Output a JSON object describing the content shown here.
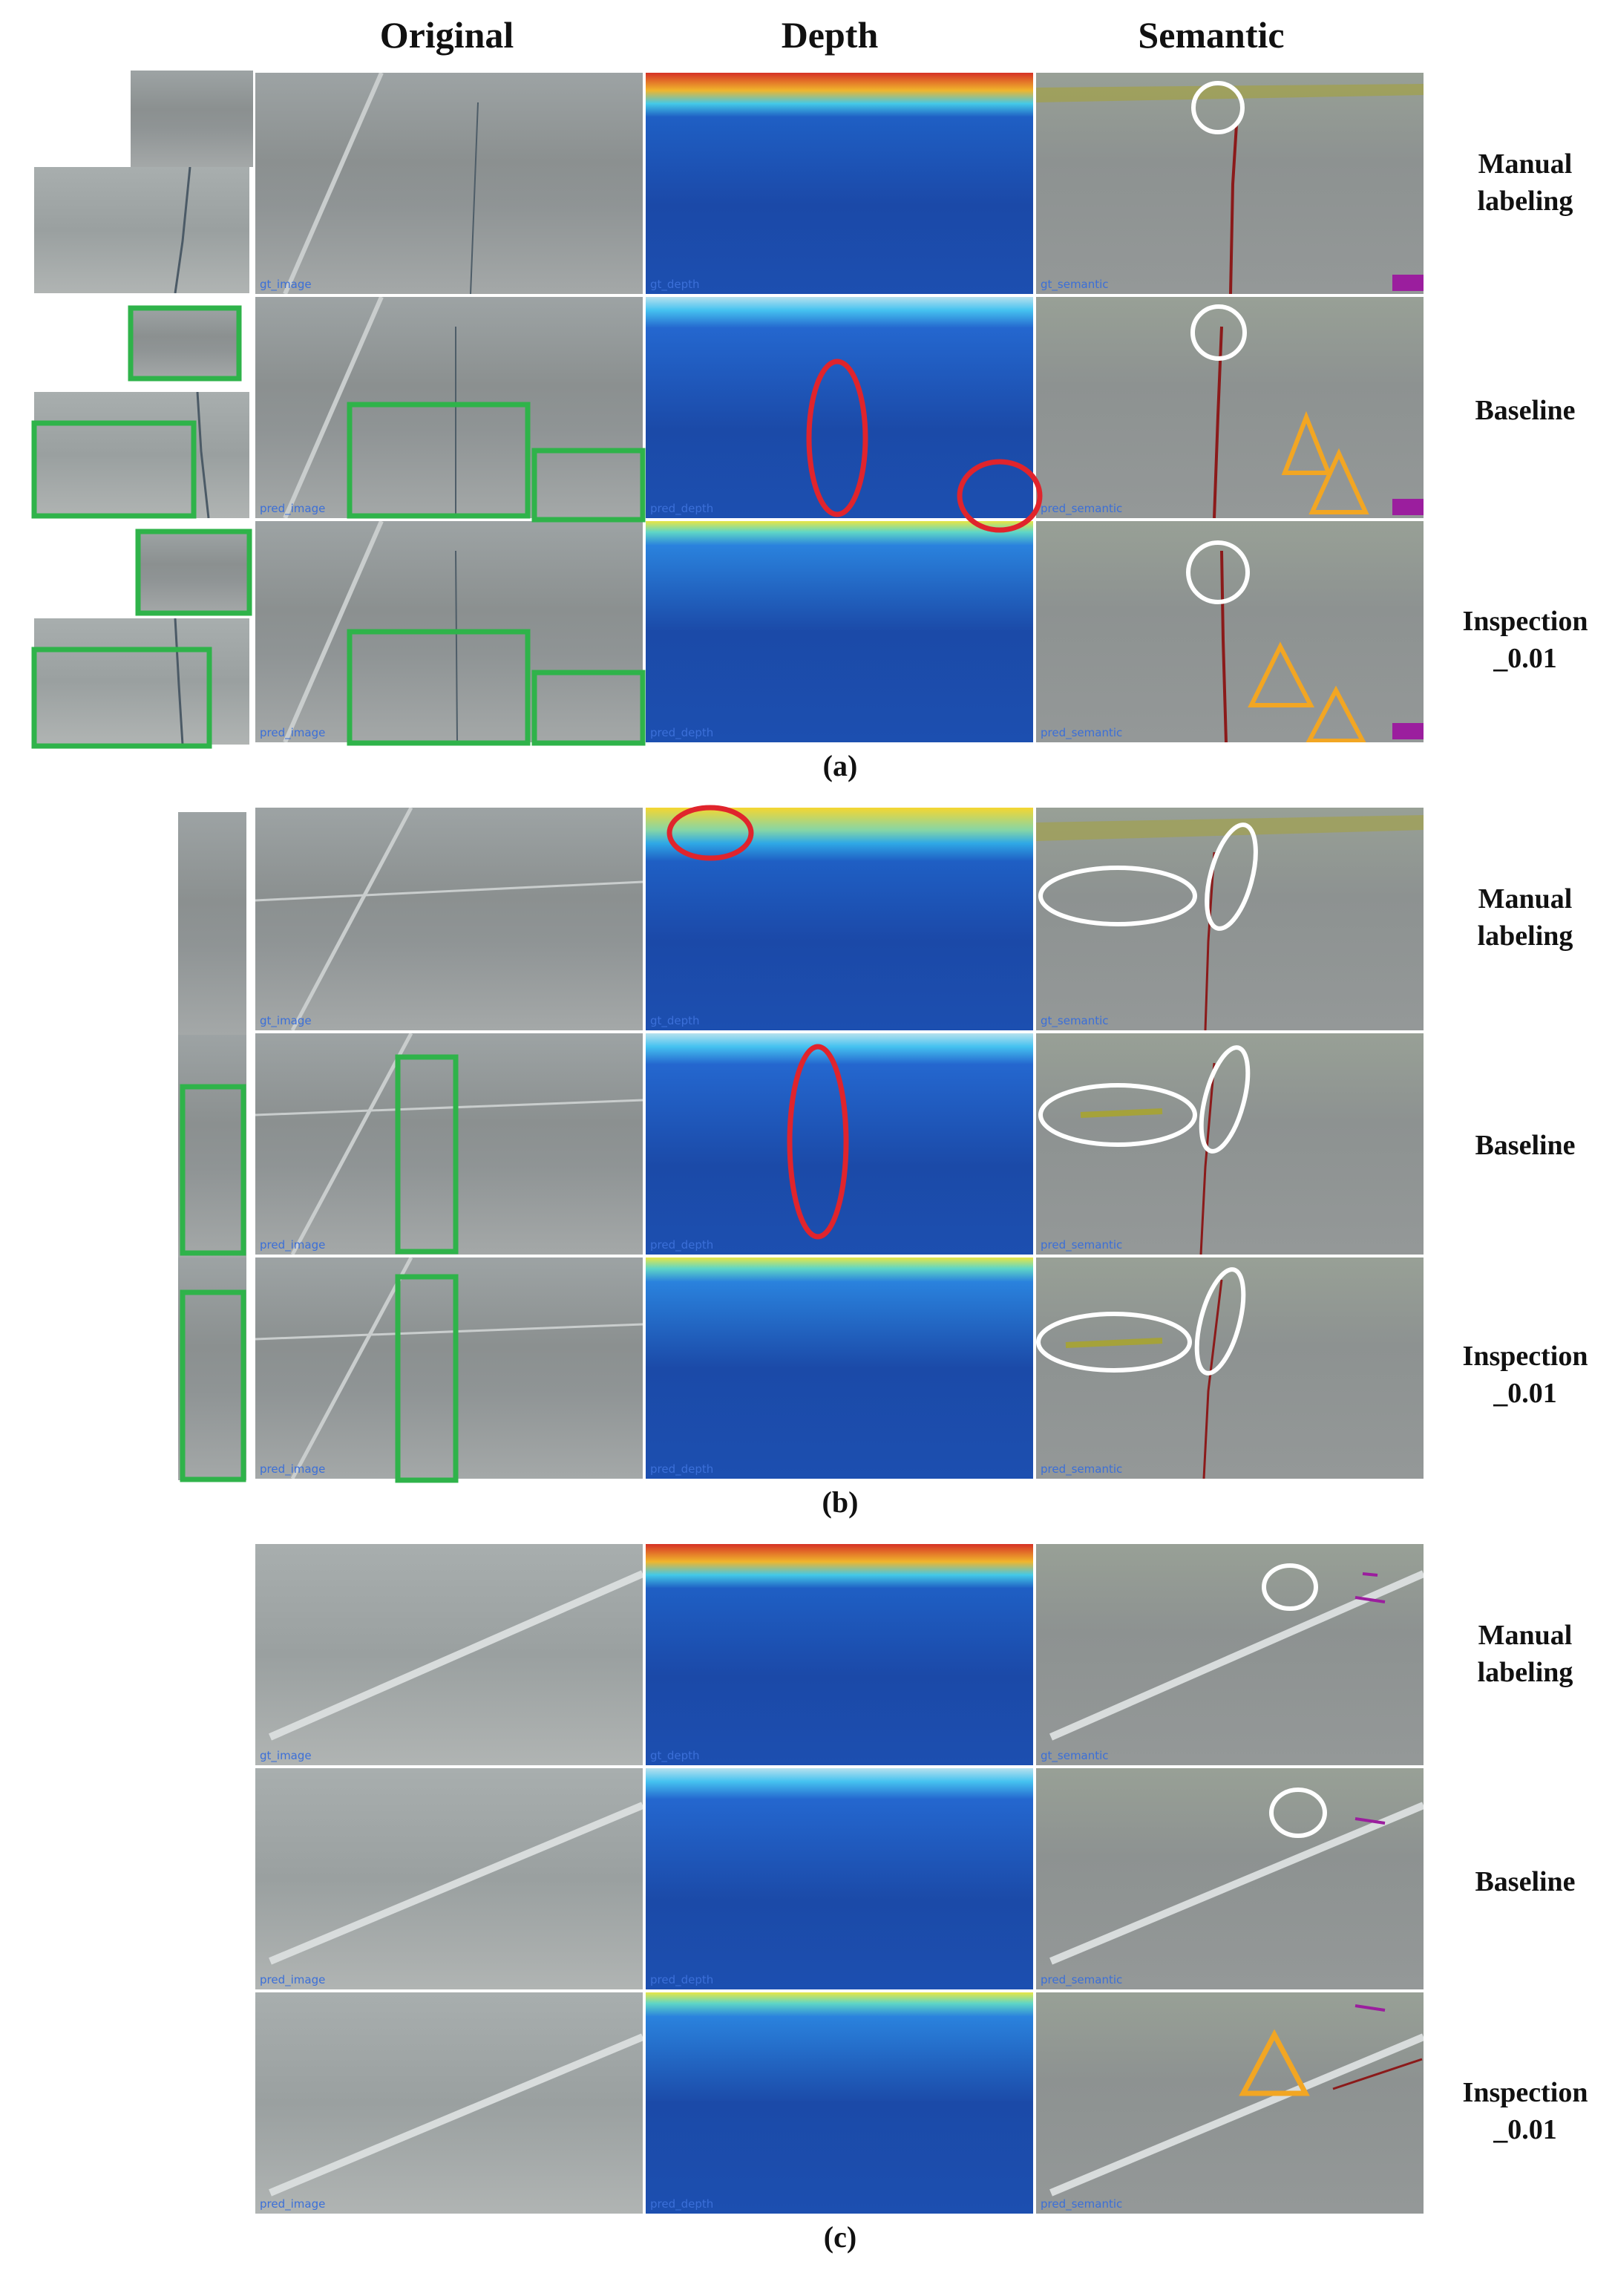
{
  "columns": {
    "original": "Original",
    "depth": "Depth",
    "semantic": "Semantic"
  },
  "rows": {
    "manual": [
      "Manual",
      "labeling"
    ],
    "baseline": "Baseline",
    "inspection": [
      "Inspection",
      "_0.01"
    ]
  },
  "panels": {
    "a": "(a)",
    "b": "(b)",
    "c": "(c)"
  },
  "tile_tags": {
    "gt_image": "gt_image",
    "gt_depth": "gt_depth",
    "gt_semantic": "gt_semantic",
    "pred_image": "pred_image",
    "pred_depth": "pred_depth",
    "pred_semantic": "pred_semantic"
  },
  "colors": {
    "highlight_box": "#2fb34a",
    "depth_error": "#e0242c",
    "semantic_circle": "#ffffff",
    "semantic_triangle": "#f2a623",
    "crack": "#8b1a1a",
    "tag_blue": "#3b6fd8"
  }
}
